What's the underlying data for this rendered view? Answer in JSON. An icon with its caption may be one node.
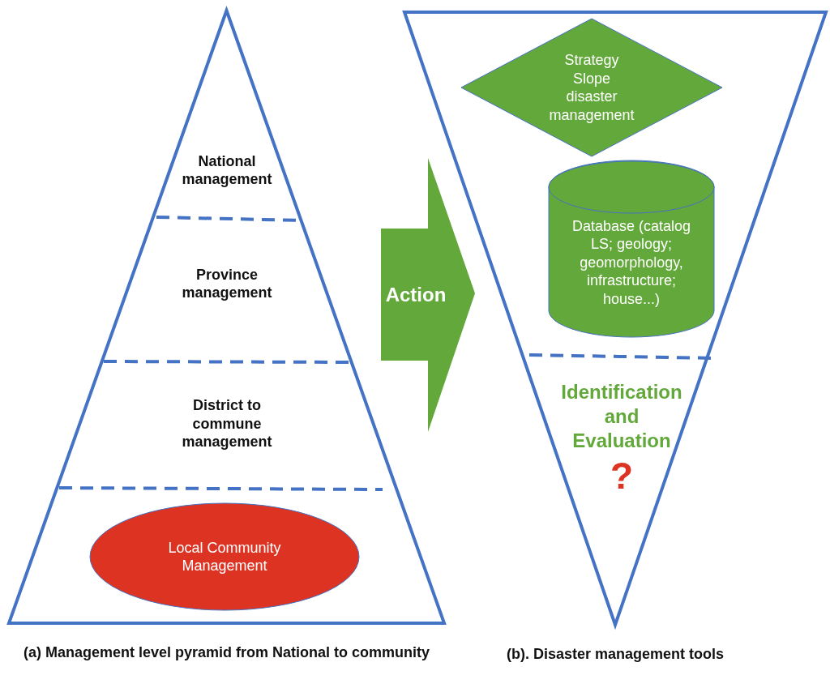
{
  "diagram": {
    "nodes": [
      {
        "text": [],
        "shape": "triangle",
        "beside": [
          "(a) Management level pyramid from National to community"
        ]
      },
      {
        "text": [
          "National management"
        ],
        "in": 0
      },
      {
        "text": [
          "Province management"
        ],
        "in": 0
      },
      {
        "text": [
          "District to commune management"
        ],
        "in": 0
      },
      {
        "text": [
          "Local Community Management"
        ],
        "in": 0
      },
      {
        "text": [
          "Action"
        ]
      },
      {
        "text": [],
        "shape": "triangle",
        "beside": [
          "(b). Disaster management tools"
        ]
      },
      {
        "text": [
          "Strategy Slope disaster management"
        ],
        "in": 6
      },
      {
        "text": [
          "Database (catalog LS; geology; geomorphology, infrastructure; house...)"
        ],
        "in": 6
      },
      {
        "text": [
          "Identification and Evaluation",
          "?"
        ],
        "in": 6
      }
    ]
  }
}
